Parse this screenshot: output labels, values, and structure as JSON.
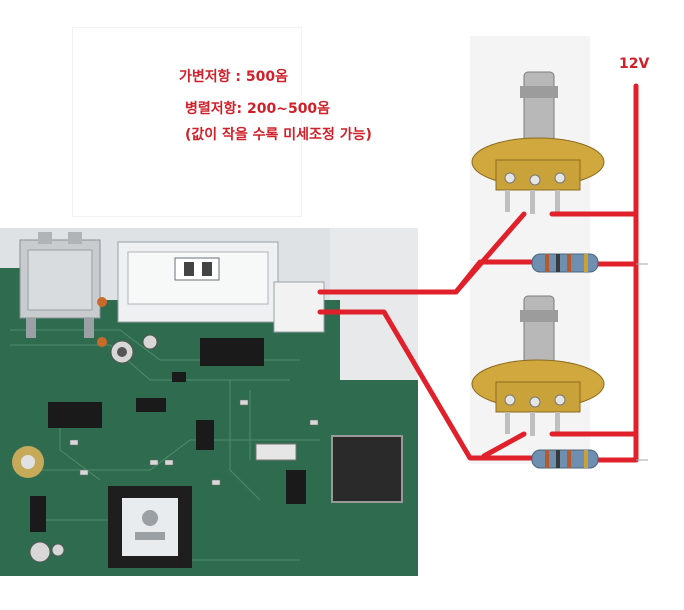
{
  "notes": {
    "line1": "가변저항 : 500옴",
    "line2": "병렬저항: 200~500옴",
    "line3": "(값이 작을 수록 미세조정 가능)"
  },
  "voltage_label": "12V",
  "colors": {
    "wire": "#e0202a",
    "text": "#d0202a",
    "pcb": "#2f6b4f",
    "pot_body": "#c9a23a",
    "pot_shaft": "#b8b8b8",
    "resistor": "#6f8fb0"
  }
}
